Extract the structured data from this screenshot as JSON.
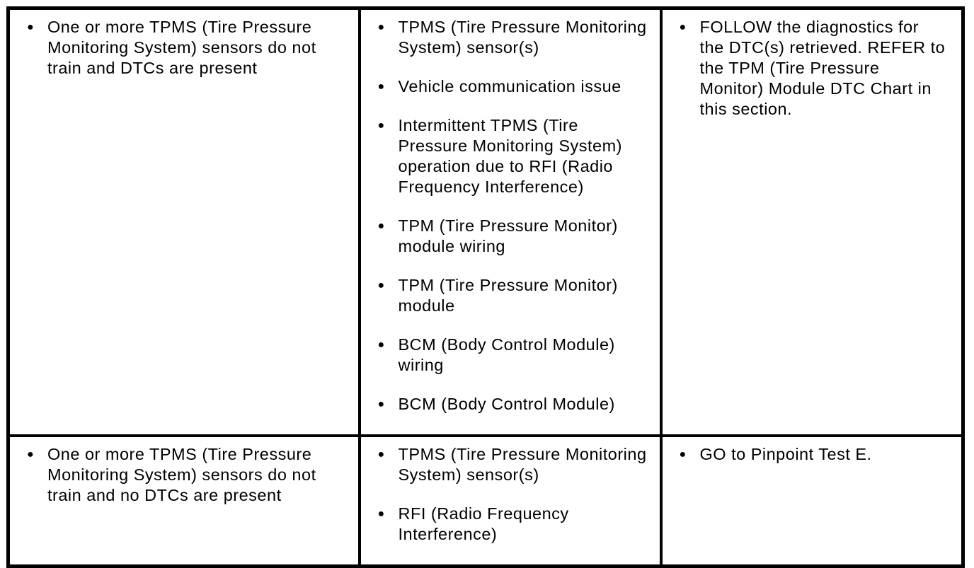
{
  "icons": {
    "bullet": "●"
  },
  "colors": {
    "border": "#000000",
    "text": "#000000",
    "background": "#ffffff"
  },
  "table": {
    "description": "TPMS diagnostic symptom chart",
    "rows": [
      {
        "symptoms": [
          "One or more TPMS (Tire Pressure Monitoring System) sensors do not train and DTCs are present"
        ],
        "possible_sources": [
          "TPMS (Tire Pressure Monitoring System) sensor(s)",
          "Vehicle communication issue",
          "Intermittent TPMS (Tire Pressure Monitoring System) operation due to RFI (Radio Frequency Interference)",
          "TPM (Tire Pressure Monitor) module wiring",
          "TPM (Tire Pressure Monitor) module",
          "BCM (Body Control Module) wiring",
          "BCM (Body Control Module)"
        ],
        "actions": [
          "FOLLOW the diagnostics for the DTC(s) retrieved. REFER to the TPM (Tire Pressure Monitor) Module DTC Chart in this section."
        ]
      },
      {
        "symptoms": [
          "One or more TPMS (Tire Pressure Monitoring System) sensors do not train and no DTCs are present"
        ],
        "possible_sources": [
          "TPMS (Tire Pressure Monitoring System) sensor(s)",
          "RFI (Radio Frequency Interference)"
        ],
        "actions": [
          "GO to Pinpoint Test E."
        ]
      }
    ]
  }
}
